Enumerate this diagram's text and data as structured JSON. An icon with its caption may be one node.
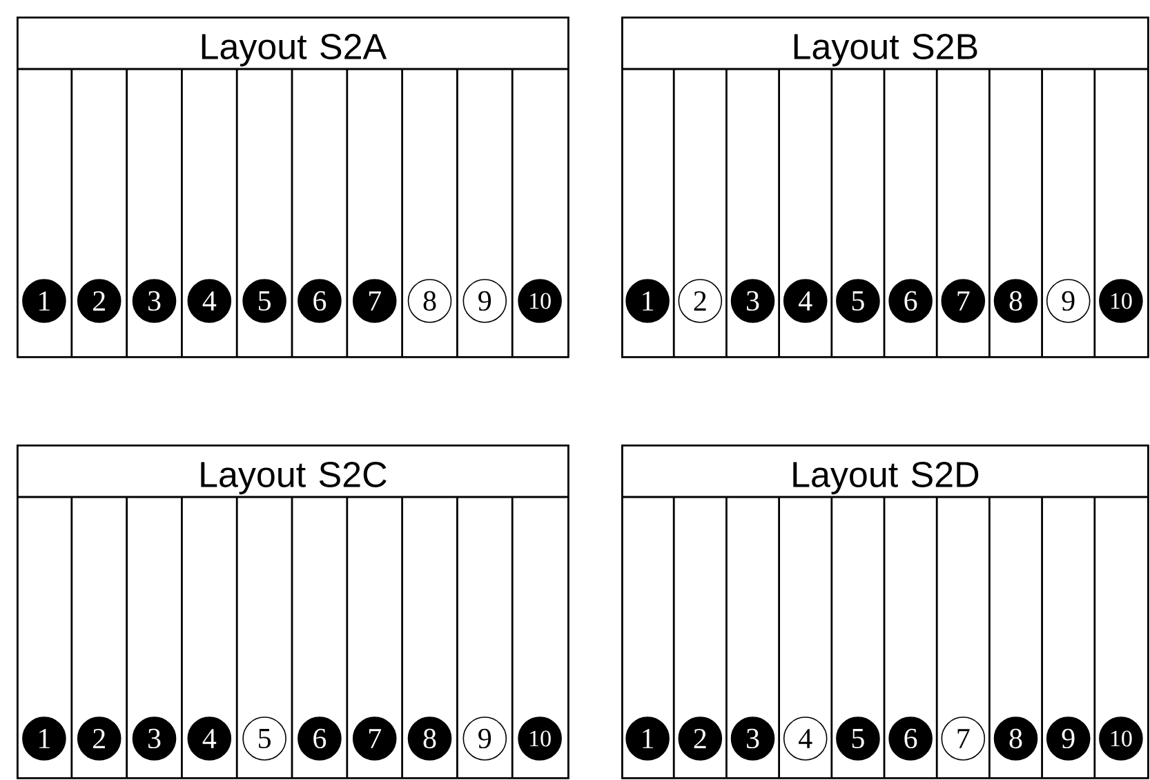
{
  "diagram": {
    "nodes": [
      {
        "text": [
          "Layout S2A"
        ]
      },
      {
        "text": [
          "1"
        ],
        "in": 0
      },
      {
        "text": [
          "2"
        ],
        "in": 0
      },
      {
        "text": [
          "3"
        ],
        "in": 0
      },
      {
        "text": [
          "4"
        ],
        "in": 0
      },
      {
        "text": [
          "5"
        ],
        "in": 0
      },
      {
        "text": [
          "6"
        ],
        "in": 0
      },
      {
        "text": [
          "7"
        ],
        "in": 0
      },
      {
        "text": [
          "8"
        ],
        "in": 0
      },
      {
        "text": [
          "9"
        ],
        "in": 0
      },
      {
        "text": [
          "10"
        ],
        "in": 0
      },
      {
        "text": [
          "Layout S2B"
        ]
      },
      {
        "text": [
          "1"
        ],
        "in": 11
      },
      {
        "text": [
          "2"
        ],
        "in": 11
      },
      {
        "text": [
          "3"
        ],
        "in": 11
      },
      {
        "text": [
          "4"
        ],
        "in": 11
      },
      {
        "text": [
          "5"
        ],
        "in": 11
      },
      {
        "text": [
          "6"
        ],
        "in": 11
      },
      {
        "text": [
          "7"
        ],
        "in": 11
      },
      {
        "text": [
          "8"
        ],
        "in": 11
      },
      {
        "text": [
          "9"
        ],
        "in": 11
      },
      {
        "text": [
          "10"
        ],
        "in": 11
      },
      {
        "text": [
          "Layout S2C"
        ]
      },
      {
        "text": [
          "1"
        ],
        "in": 22
      },
      {
        "text": [
          "2"
        ],
        "in": 22
      },
      {
        "text": [
          "3"
        ],
        "in": 22
      },
      {
        "text": [
          "4"
        ],
        "in": 22
      },
      {
        "text": [
          "5"
        ],
        "in": 22
      },
      {
        "text": [
          "6"
        ],
        "in": 22
      },
      {
        "text": [
          "7"
        ],
        "in": 22
      },
      {
        "text": [
          "8"
        ],
        "in": 22
      },
      {
        "text": [
          "9"
        ],
        "in": 22
      },
      {
        "text": [
          "10"
        ],
        "in": 22
      },
      {
        "text": [
          "Layout S2D"
        ]
      },
      {
        "text": [
          "1"
        ],
        "in": 33
      },
      {
        "text": [
          "2"
        ],
        "in": 33
      },
      {
        "text": [
          "3"
        ],
        "in": 33
      },
      {
        "text": [
          "4"
        ],
        "in": 33
      },
      {
        "text": [
          "5"
        ],
        "in": 33
      },
      {
        "text": [
          "6"
        ],
        "in": 33
      },
      {
        "text": [
          "7"
        ],
        "in": 33
      },
      {
        "text": [
          "8"
        ],
        "in": 33
      },
      {
        "text": [
          "9"
        ],
        "in": 33
      },
      {
        "text": [
          "10"
        ],
        "in": 33
      }
    ]
  }
}
